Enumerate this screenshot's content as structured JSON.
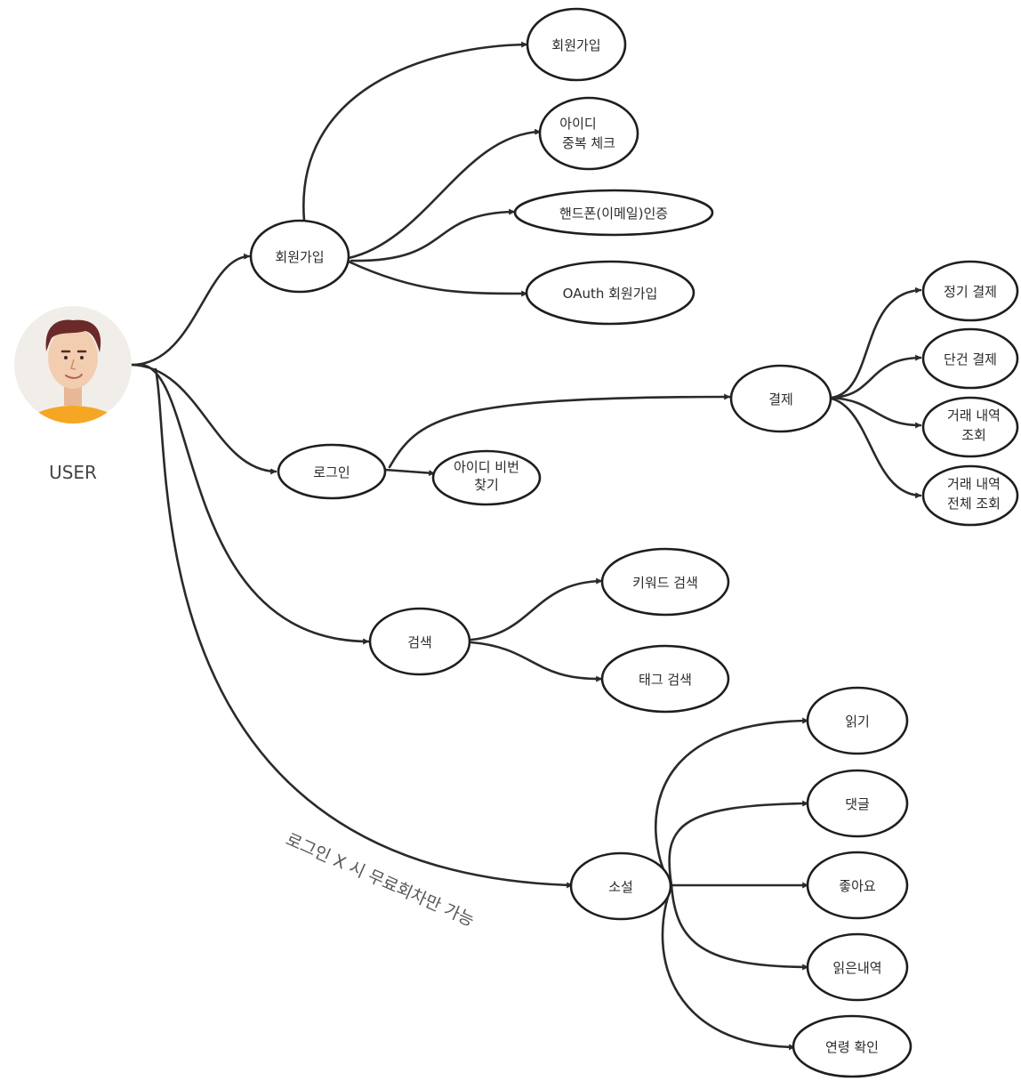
{
  "user": {
    "label": "USER"
  },
  "nodes": {
    "signup_main": "회원가입",
    "signup": "회원가입",
    "id_dup_1": "아이디",
    "id_dup_2": "중복 체크",
    "phone_auth": "핸드폰(이메일)인증",
    "oauth": "OAuth 회원가입",
    "login": "로그인",
    "find_1": "아이디 비번",
    "find_2": "찾기",
    "pay": "결제",
    "regular": "정기 결제",
    "single": "단건 결제",
    "hist1_1": "거래 내역",
    "hist1_2": "조회",
    "hist2_1": "거래 내역",
    "hist2_2": "전체 조회",
    "search": "검색",
    "keyword": "키워드 검색",
    "tag": "태그 검색",
    "novel": "소설",
    "read": "읽기",
    "comment": "댓글",
    "like": "좋아요",
    "read_hist": "읽은내역",
    "age": "연령 확인"
  },
  "annotation": "로그인 X 시 무료회차만 가능",
  "colors": {
    "line": "#2a2a2a",
    "skin": "#f2cdb0",
    "hair": "#6b2a2a",
    "shirt": "#f5a623",
    "avatar_bg": "#f1eeea"
  }
}
